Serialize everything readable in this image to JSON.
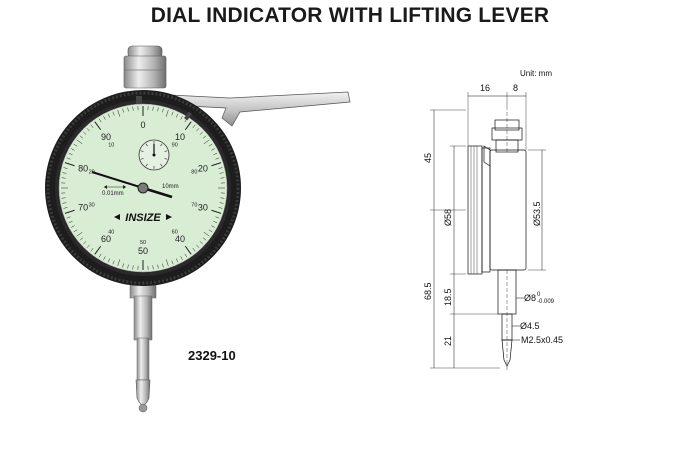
{
  "title": "DIAL INDICATOR WITH LIFTING LEVER",
  "model": "2329-10",
  "brand": "INSIZE",
  "dial": {
    "range_label": "10mm",
    "resolution_label": "0.01mm",
    "outer_numbers": [
      "0",
      "10",
      "20",
      "30",
      "40",
      "50",
      "60",
      "70",
      "80",
      "90"
    ],
    "inner_numbers": [
      "90",
      "80",
      "70",
      "60",
      "50",
      "40",
      "30",
      "20",
      "10"
    ]
  },
  "drawing": {
    "unit": "Unit: mm",
    "dim_top_16": "16",
    "dim_top_8": "8",
    "dim_45": "45",
    "dim_58": "Ø58",
    "dim_53_5": "Ø53.5",
    "dim_68_5": "68.5",
    "dim_18_5": "18.5",
    "dim_21": "21",
    "dim_stem": "Ø8",
    "dim_stem_tol_upper": "0",
    "dim_stem_tol_lower": "-0.009",
    "dim_4_5": "Ø4.5",
    "dim_thread": "M2.5x0.45"
  },
  "colors": {
    "dial_face": "#d9ecd4",
    "bezel": "#1a1a1a",
    "metal": "#c8c8c8"
  }
}
